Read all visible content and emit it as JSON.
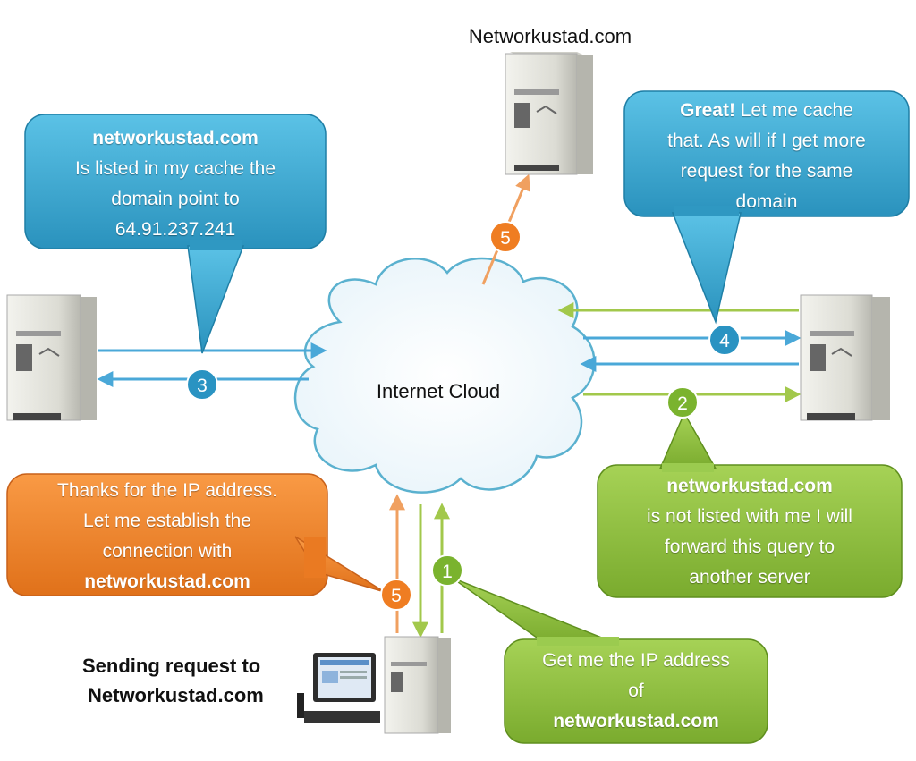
{
  "top_server_label": "Networkustad.com",
  "cloud_label": "Internet Cloud",
  "client_label": {
    "line1": "Sending request to",
    "line2": "Networkustad.com"
  },
  "bubbles": {
    "blue_left": {
      "lines": [
        "networkustad.com",
        "Is listed in my cache the",
        "domain point to",
        "64.91.237.241"
      ]
    },
    "blue_right": {
      "bold": "Great!",
      "line1_rest": " Let me cache",
      "lines": [
        "that. As will if I get more",
        "request for the same",
        "domain"
      ]
    },
    "orange_left": {
      "lines": [
        "Thanks for the IP address.",
        "Let me establish the",
        "connection with",
        "networkustad.com"
      ]
    },
    "green_right": {
      "lines": [
        "networkustad.com",
        "is not listed with me I will",
        "forward this query to",
        "another server"
      ]
    },
    "green_bottom": {
      "lines": [
        "Get me the IP address",
        "of",
        "networkustad.com"
      ]
    }
  },
  "steps": {
    "s1": "1",
    "s2": "2",
    "s3": "3",
    "s4": "4",
    "s5a": "5",
    "s5b": "5"
  },
  "colors": {
    "blue": "#3aa6cf",
    "orange": "#f07f23",
    "green": "#8dbf3d",
    "arrow_blue": "#4aa8d8",
    "arrow_green": "#a2c84b",
    "arrow_orange": "#f0a060"
  }
}
